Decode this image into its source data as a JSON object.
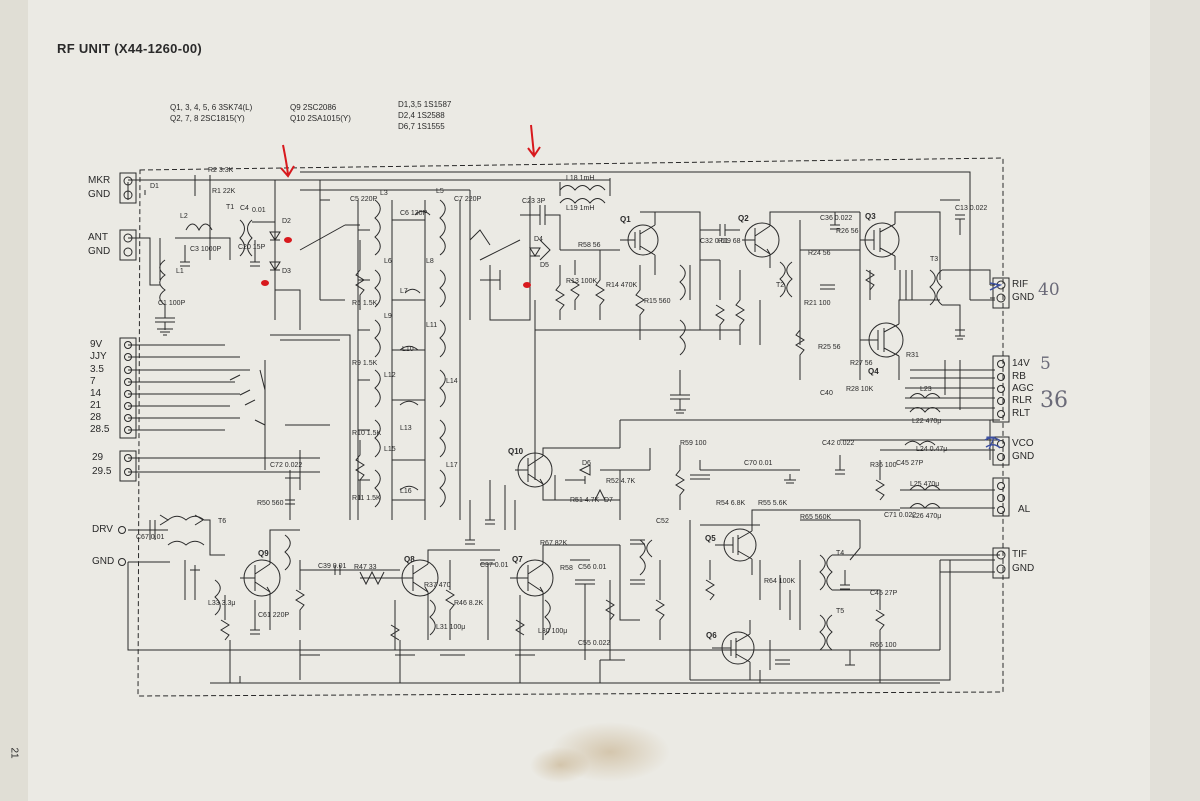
{
  "title": "RF UNIT (X44-1260-00)",
  "device_legend": {
    "col1": [
      "Q1, 3, 4, 5, 6   3SK74(L)",
      "Q2, 7, 8         2SC1815(Y)"
    ],
    "col2": [
      "Q9     2SC2086",
      "Q10   2SA1015(Y)"
    ],
    "col3": [
      "D1,3,5   1S1587",
      "D2,4     1S2588",
      "D6,7     1S1555"
    ]
  },
  "left_terminals": {
    "mkr": [
      "MKR",
      "GND"
    ],
    "ant": [
      "ANT",
      "GND"
    ],
    "band": [
      "9V",
      "JJY",
      "3.5",
      "7",
      "14",
      "21",
      "28",
      "28.5"
    ],
    "band2": [
      "29",
      "29.5"
    ],
    "drv": [
      "DRV",
      "GND"
    ]
  },
  "right_terminals": {
    "rif": [
      "RIF",
      "GND"
    ],
    "ctrl": [
      "14V",
      "RB",
      "AGC",
      "RLR",
      "RLT"
    ],
    "vco": [
      "VCO",
      "GND"
    ],
    "al": [
      "AL"
    ],
    "tif": [
      "TIF",
      "GND"
    ]
  },
  "transistors": [
    "Q1",
    "Q2",
    "Q3",
    "Q4",
    "Q5",
    "Q6",
    "Q7",
    "Q8",
    "Q9",
    "Q10"
  ],
  "parts": {
    "r2": "R2 3.3K",
    "r1": "R1 22K",
    "c4": "C4",
    "c001": "0.01",
    "c0p": "C20 15P",
    "l2": "L2",
    "c3": "C3 1000P",
    "l1": "L1",
    "c1": "C1 100P",
    "d1": "D1",
    "d2": "D2",
    "d3": "D3",
    "t1": "T1",
    "l3": "L3",
    "l5": "L5",
    "c5": "C5 220P",
    "c7": "C7 220P",
    "c6": "C6 130P",
    "l6": "L6",
    "l7": "L7",
    "l8": "L8",
    "l9": "L9",
    "l10": "L10",
    "l11": "L11",
    "l12": "L12",
    "l13": "L13",
    "l14": "L14",
    "l15": "L15",
    "l16": "L16",
    "l17": "L17",
    "l18": "L18 1mH",
    "l19": "L19 1mH",
    "c23": "C23 3P",
    "d4": "D4",
    "d5": "D5",
    "r58": "R58 56",
    "r13": "R13 100K",
    "r14": "R14 470K",
    "r15": "R15 560",
    "c32": "C32 0.01",
    "r19": "R19 68",
    "t2": "T2",
    "r24": "R24 56",
    "r26": "R26 56",
    "c36": "C36 0.022",
    "t3": "T3",
    "c13": "C13 0.022",
    "r21": "R21 100",
    "r25": "R25 56",
    "r27": "R27 56",
    "r28": "R28 10K",
    "r31": "R31",
    "c40": "C40",
    "l22": "L22 470μ",
    "l23": "L23",
    "c42": "C42 0.022",
    "l24": "L24 0.47μ",
    "r36": "R36 100",
    "c45": "C45 27P",
    "l25": "L25 470μ",
    "l26": "L26 470μ",
    "c71": "C71 0.022",
    "c70": "C70 0.01",
    "r52": "R52 4.7K",
    "d6": "D6",
    "d7": "D7",
    "r51": "R51 4.7K",
    "r54": "R54 6.8K",
    "r55": "R55 5.6K",
    "r65": "R65 560K",
    "r64": "R64 100K",
    "t4": "T4",
    "t5": "T5",
    "r66": "R66 100",
    "c52": "C52",
    "r50": "R50 560",
    "t6": "T6",
    "c67": "C67 0.01",
    "c72": "C72 0.022",
    "r47": "R47 33",
    "c39": "C39 0.01",
    "r46": "R46 8.2K",
    "r67": "R67 82K",
    "l30": "L30 100μ",
    "l31": "L31 100μ",
    "l33": "L33 3.3μ",
    "c61": "C61 220P",
    "c37": "C37 0.01",
    "r37": "R37 470",
    "c56": "C56 0.01",
    "c55": "C55 0.022",
    "r58b": "R58",
    "r59": "R59 100",
    "r9": "R9 1.5K",
    "r10": "R10 1.5K",
    "r11": "R11 1.5K",
    "r5": "R5 1.5K"
  },
  "handwritten": {
    "rif": "40",
    "rb": "5",
    "rlr": "36",
    "vco": "7"
  },
  "page_number": "21",
  "colors": {
    "paper": "#e9e7e1",
    "ink": "#2a2a2a",
    "marker_red": "#d8191d",
    "pen_blue": "#3c4fa0"
  }
}
